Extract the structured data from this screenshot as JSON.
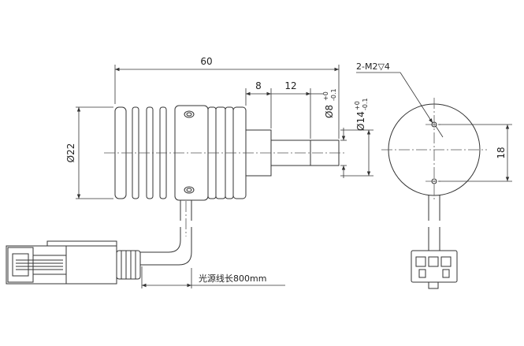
{
  "dimensions": {
    "total_length": "60",
    "step_length": "8",
    "shaft_length": "12",
    "body_diameter": "Ø22",
    "shaft_small_main": "Ø8",
    "shaft_small_tol_upper": "+0",
    "shaft_small_tol_lower": "-0.1",
    "shaft_large_main": "Ø14",
    "shaft_large_tol_upper": "+0",
    "shaft_large_tol_lower": "-0.1",
    "hole_spacing": "18"
  },
  "annotations": {
    "thread_callout": "2-M2▽4",
    "cable_length_note": "光源线长800mm"
  },
  "colors": {
    "line": "#333333",
    "center_line": "#555555"
  }
}
